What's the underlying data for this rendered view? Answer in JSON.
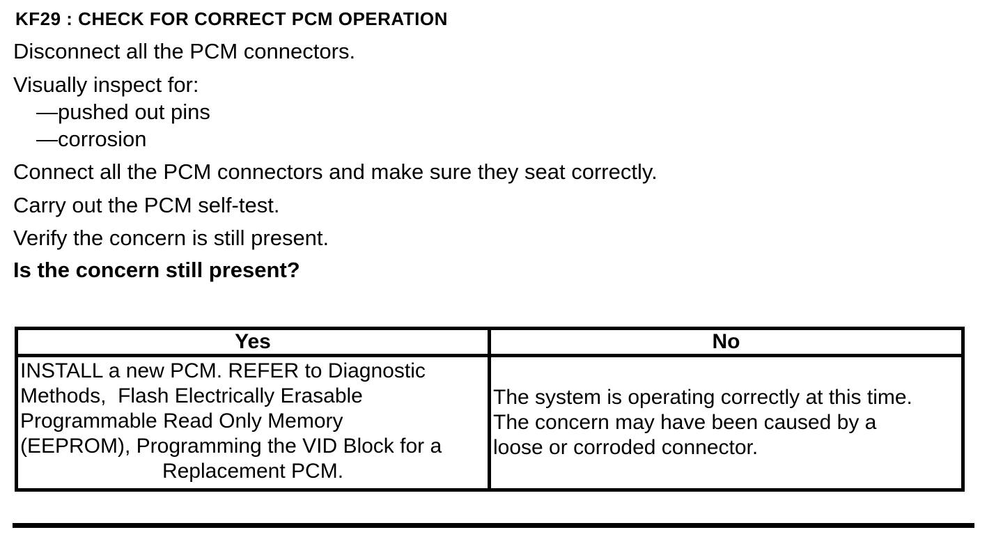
{
  "document": {
    "title": "KF29 : CHECK FOR CORRECT PCM OPERATION",
    "steps": [
      "Disconnect all the PCM connectors.",
      "Visually inspect for:",
      "—pushed out pins",
      "—corrosion",
      "Connect all the PCM connectors and make sure they seat correctly.",
      "Carry out the PCM self-test.",
      "Verify the concern is still present."
    ],
    "question": "Is the concern still present?",
    "results_table": {
      "headers": {
        "yes": "Yes",
        "no": "No"
      },
      "yes_action_lines": [
        "INSTALL a new PCM. REFER to Diagnostic",
        "Methods,  Flash Electrically Erasable",
        "Programmable Read Only Memory",
        "(EEPROM), Programming the VID Block for a",
        "Replacement PCM."
      ],
      "no_action_lines": [
        "The system is operating correctly at this time.",
        "The concern may have been caused by a",
        "loose or corroded connector."
      ]
    },
    "colors": {
      "text": "#000000",
      "background": "#ffffff",
      "border": "#000000"
    }
  }
}
